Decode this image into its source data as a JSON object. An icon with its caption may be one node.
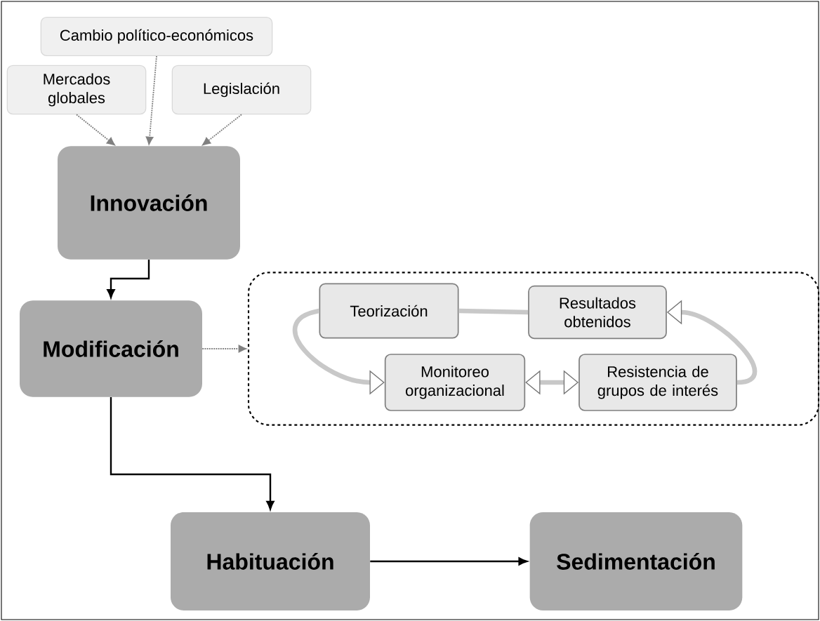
{
  "diagram": {
    "nodes": [
      {
        "text": [
          "Cambio político-económicos"
        ]
      },
      {
        "text": [
          "Mercados globales"
        ]
      },
      {
        "text": [
          "Legislación"
        ]
      },
      {
        "text": [
          "Innovación"
        ]
      },
      {
        "text": [
          "Modificación"
        ]
      },
      {
        "text": [],
        "shape": "box"
      },
      {
        "text": [
          "Teorización"
        ],
        "in": 5
      },
      {
        "text": [
          "Resultados obtenidos"
        ],
        "in": 5
      },
      {
        "text": [
          "Monitoreo organizacional"
        ],
        "in": 5
      },
      {
        "text": [
          "Resistencia de grupos de interés"
        ],
        "in": 5
      },
      {
        "text": [
          "Habituación"
        ]
      },
      {
        "text": [
          "Sedimentación"
        ]
      }
    ],
    "edges": [
      {
        "from": 1,
        "to": 3,
        "arrow": "to",
        "style": "dashed",
        "color": "#808080"
      },
      {
        "from": 0,
        "to": 3,
        "arrow": "to",
        "style": "dashed",
        "color": "#808080"
      },
      {
        "from": 2,
        "to": 3,
        "arrow": "to",
        "style": "dashed",
        "color": "#808080"
      },
      {
        "from": 3,
        "to": 4,
        "arrow": "to",
        "color": "#000000"
      },
      {
        "from": 4,
        "to": 5,
        "arrow": "to",
        "style": "dashed",
        "color": "#808080"
      },
      {
        "from": 4,
        "to": 10,
        "arrow": "to",
        "color": "#000000"
      },
      {
        "from": 10,
        "to": 11,
        "arrow": "to",
        "color": "#000000"
      },
      {
        "from": 6,
        "to": 7,
        "arrow": "none",
        "style": "thick",
        "color": "#c8c8c8"
      },
      {
        "from": 6,
        "to": 8,
        "arrow": "to",
        "style": "thick",
        "color": "#c8c8c8"
      },
      {
        "from": 9,
        "to": 7,
        "arrow": "to",
        "style": "thick",
        "color": "#c8c8c8"
      },
      {
        "from": 8,
        "to": 9,
        "arrow": "both",
        "style": "thick",
        "color": "#c8c8c8"
      }
    ]
  }
}
